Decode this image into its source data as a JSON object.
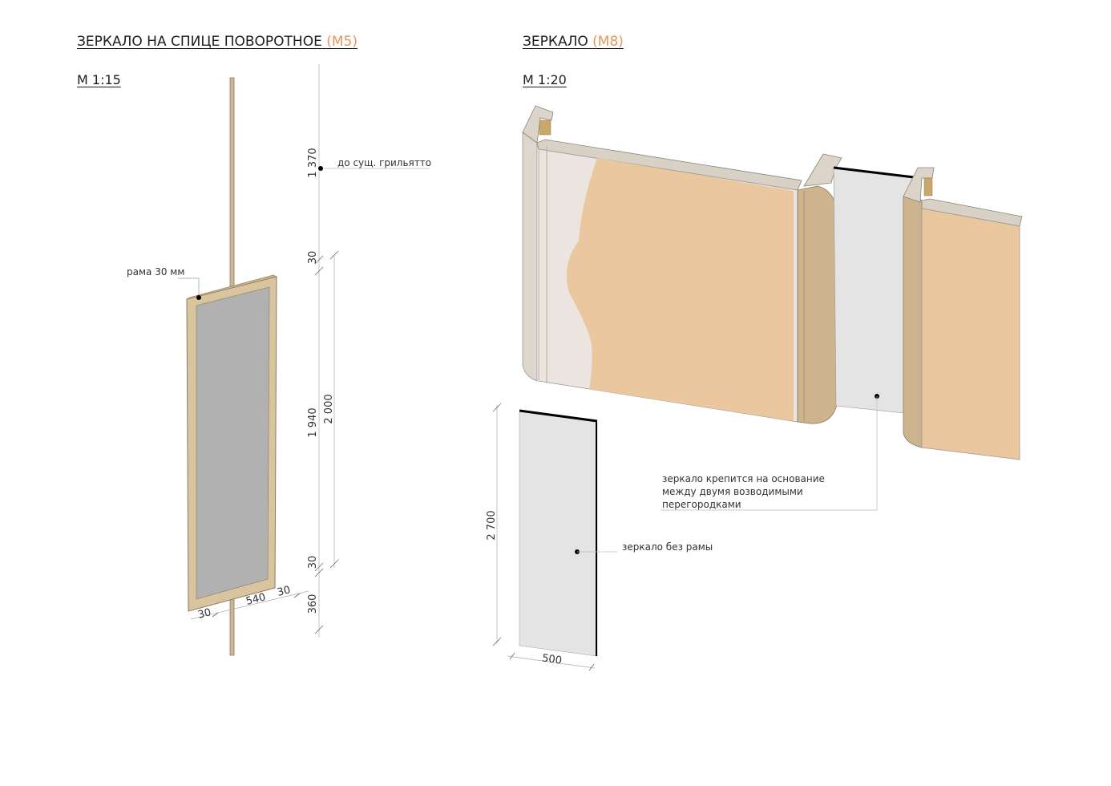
{
  "left_view": {
    "title": "ЗЕРКАЛО НА СПИЦЕ ПОВОРОТНОЕ",
    "code": "(М5)",
    "scale": "М 1:15",
    "note_rod_to": "до сущ. грильятто",
    "note_frame": "рама 30 мм",
    "dimensions": {
      "rod_top": "1 370",
      "gap_top": "30",
      "mirror_height": "1 940",
      "total_height": "2 000",
      "gap_bottom": "30",
      "rod_bottom": "360",
      "frame_left": "30",
      "mirror_width": "540",
      "frame_right": "30"
    }
  },
  "right_view": {
    "title": "ЗЕРКАЛО",
    "code": "(М8)",
    "scale": "М 1:20",
    "note_mount": [
      "зеркало крепится на основание",
      "между двумя возводимыми",
      "перегородками"
    ],
    "note_frameless": "зеркало без рамы",
    "dimensions": {
      "height": "2 700",
      "width": "500"
    }
  },
  "colors": {
    "accent": "#e8965a",
    "wood": "#d9c4a0",
    "mirror": "#b1b1b1",
    "wall_face": "#eac79e",
    "wall_plaster": "#ece4de",
    "mirror_white": "#e4e4e4"
  }
}
